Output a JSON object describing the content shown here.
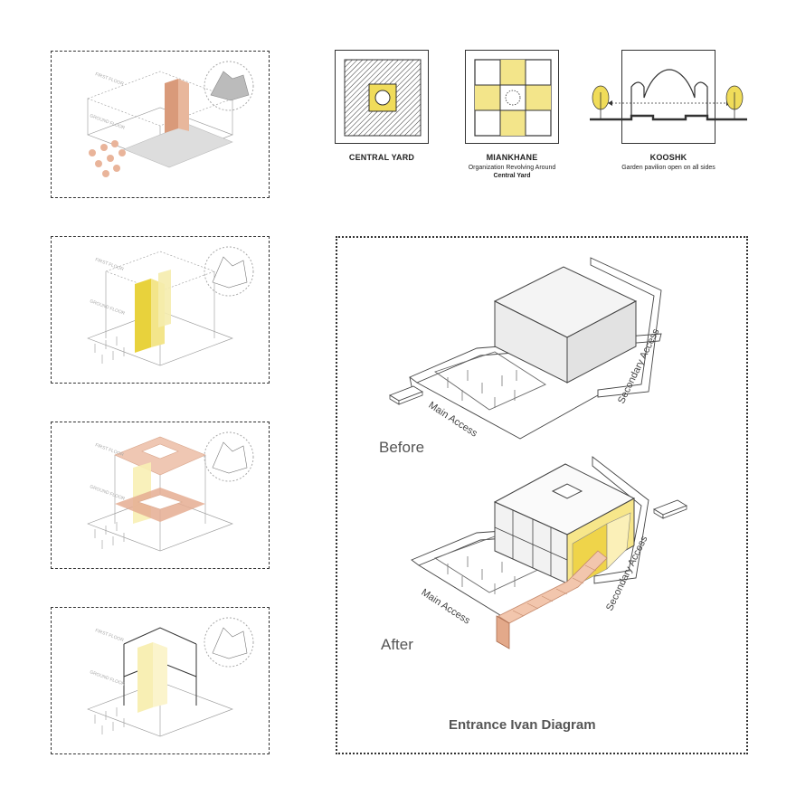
{
  "concepts": [
    {
      "id": "central-yard",
      "title": "CENTRAL YARD",
      "subtitle": "",
      "subtitle_bold": ""
    },
    {
      "id": "miankhane",
      "title": "MIANKHANE",
      "subtitle": "Organization Revolving Around",
      "subtitle_bold": "Central Yard"
    },
    {
      "id": "kooshk",
      "title": "KOOSHK",
      "subtitle": "Garden pavilion open on all sides",
      "subtitle_bold": ""
    }
  ],
  "panels": {
    "floor_labels": [
      "FIRST FLOOR",
      "GROUND FLOOR"
    ]
  },
  "main": {
    "before_label": "Before",
    "after_label": "After",
    "main_access": "Main Access",
    "secondary_access": "Secondary Access",
    "title": "Entrance Ivan Diagram"
  },
  "colors": {
    "accent_yellow": "#f0dc5a",
    "light_yellow": "#f8efb4",
    "accent_orange": "#e3a98a",
    "light_orange": "#f2d3c2",
    "line": "#333333"
  }
}
